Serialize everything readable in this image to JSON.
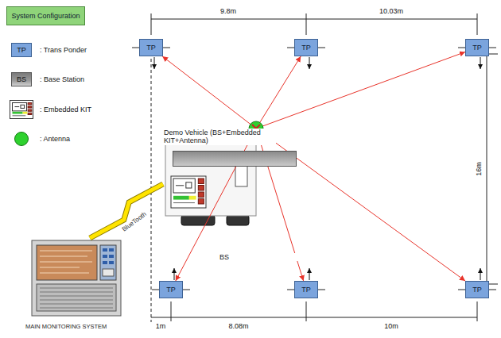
{
  "diagram": {
    "title": "System Configuration",
    "nodes": [
      {
        "text": [
          "TP"
        ]
      },
      {
        "text": [
          "TP"
        ]
      },
      {
        "text": [
          "TP"
        ]
      },
      {
        "text": [
          "Demo Vehicle (BS+Embedded KIT+Antenna)"
        ]
      },
      {
        "text": [
          "BS"
        ],
        "in": 3
      },
      {
        "text": [
          "MAIN MONITORING SYSTEM"
        ]
      },
      {
        "text": [
          "TP"
        ]
      },
      {
        "text": [
          "TP"
        ]
      },
      {
        "text": [
          "TP"
        ]
      }
    ],
    "edges": [
      {
        "from": 3,
        "to": 0,
        "arrow": "to"
      },
      {
        "from": 3,
        "to": 1,
        "arrow": "to"
      },
      {
        "from": 3,
        "to": 2,
        "arrow": "to"
      },
      {
        "from": 3,
        "to": 6,
        "arrow": "to"
      },
      {
        "from": 3,
        "to": 7,
        "arrow": "to"
      },
      {
        "from": 3,
        "to": 8,
        "arrow": "to"
      },
      {
        "from": 5,
        "to": 3,
        "label": "BlueTooth",
        "arrow": "none"
      }
    ],
    "labels": [
      "TP",
      "BS",
      "9.8m",
      "10.03m",
      "16m",
      "1m",
      "8.08m",
      "10m"
    ],
    "legend": [
      {
        "text": ": Trans Ponder",
        "color": "#7ba4dd"
      },
      {
        "text": ": Base Station",
        "color": "#9a9a9a"
      },
      {
        "text": ": Embedded KIT"
      },
      {
        "text": ": Antenna",
        "color": "#2ed12e"
      }
    ]
  }
}
